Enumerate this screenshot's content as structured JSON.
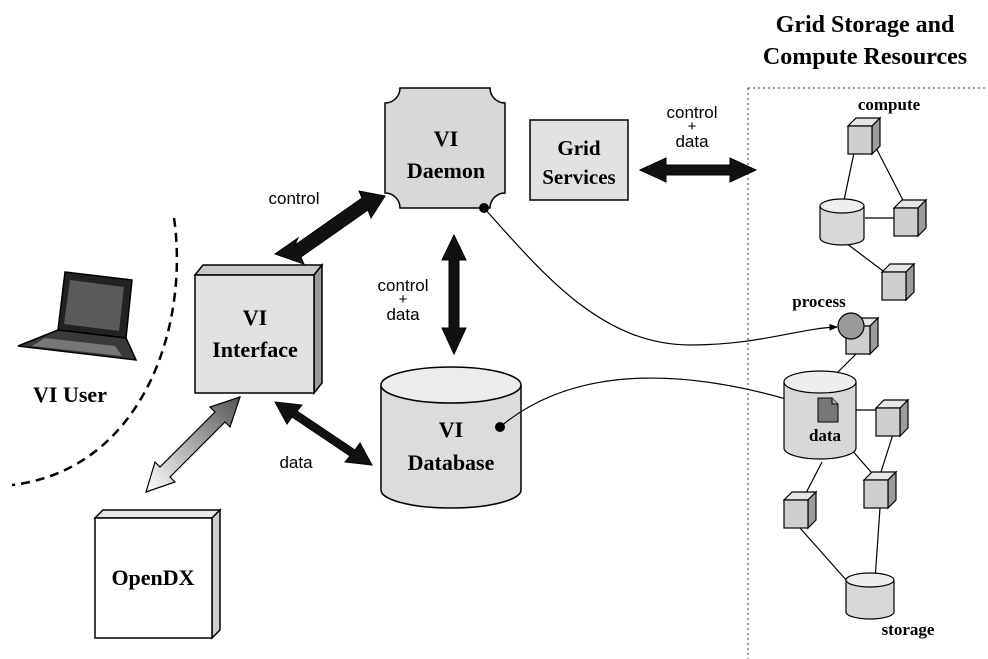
{
  "region": {
    "title_line1": "Grid Storage and",
    "title_line2": "Compute Resources"
  },
  "nodes": {
    "vi_user": "VI User",
    "vi_interface_line1": "VI",
    "vi_interface_line2": "Interface",
    "vi_daemon_line1": "VI",
    "vi_daemon_line2": "Daemon",
    "grid_services_line1": "Grid",
    "grid_services_line2": "Services",
    "vi_database_line1": "VI",
    "vi_database_line2": "Database",
    "opendx": "OpenDX"
  },
  "edge_labels": {
    "interface_daemon": "control",
    "daemon_database_top": "control",
    "daemon_database_plus": "+",
    "daemon_database_bottom": "data",
    "interface_database": "data",
    "services_grid_top": "control",
    "services_grid_plus": "+",
    "services_grid_bottom": "data"
  },
  "grid_labels": {
    "compute": "compute",
    "process": "process",
    "data": "data",
    "storage": "storage"
  }
}
